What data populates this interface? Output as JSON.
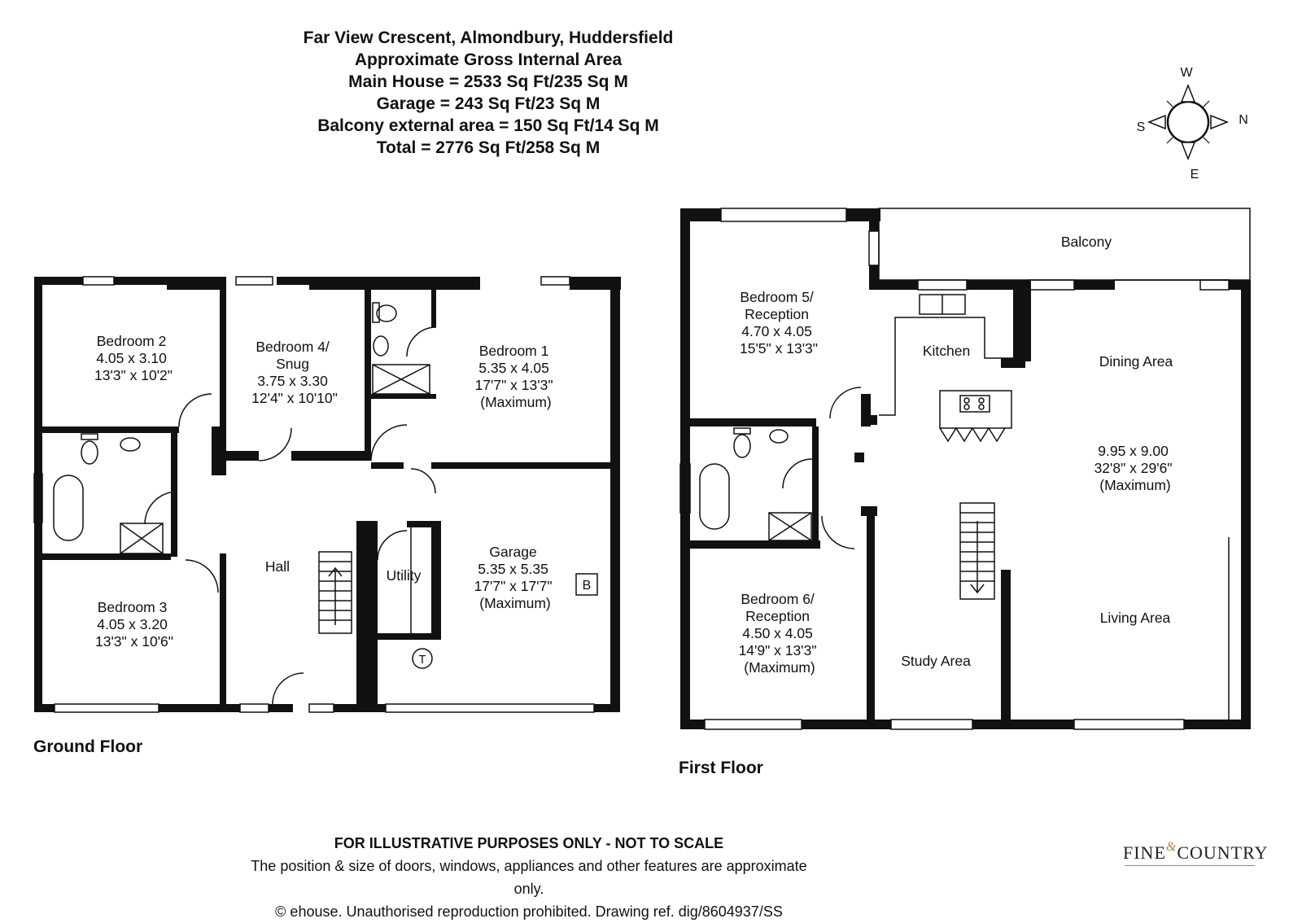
{
  "header": {
    "lines": [
      "Far View Crescent, Almondbury, Huddersfield",
      "Approximate Gross Internal Area",
      "Main House = 2533 Sq Ft/235 Sq M",
      "Garage = 243 Sq Ft/23 Sq M",
      "Balcony external area = 150 Sq Ft/14 Sq M",
      "Total = 2776 Sq Ft/258 Sq M"
    ]
  },
  "compass": {
    "n": "N",
    "s": "S",
    "e": "E",
    "w": "W"
  },
  "floors": {
    "ground": {
      "label": "Ground Floor"
    },
    "first": {
      "label": "First Floor"
    }
  },
  "rooms": {
    "bedroom2": [
      "Bedroom 2",
      "4.05 x 3.10",
      "13'3\" x 10'2\""
    ],
    "bedroom4": [
      "Bedroom 4/",
      "Snug",
      "3.75 x 3.30",
      "12'4\" x 10'10\""
    ],
    "bedroom1": [
      "Bedroom 1",
      "5.35 x 4.05",
      "17'7\" x 13'3\"",
      "(Maximum)"
    ],
    "hall": [
      "Hall"
    ],
    "utility": [
      "Utility"
    ],
    "garage": [
      "Garage",
      "5.35 x 5.35",
      "17'7\" x 17'7\"",
      "(Maximum)"
    ],
    "bedroom3": [
      "Bedroom 3",
      "4.05 x 3.20",
      "13'3\" x 10'6\""
    ],
    "boiler": "B",
    "tank": "T",
    "balcony": [
      "Balcony"
    ],
    "bedroom5": [
      "Bedroom 5/",
      "Reception",
      "4.70 x 4.05",
      "15'5\" x 13'3\""
    ],
    "kitchen": [
      "Kitchen"
    ],
    "dining": [
      "Dining Area"
    ],
    "living_dims": [
      "9.95 x 9.00",
      "32'8\" x 29'6\"",
      "(Maximum)"
    ],
    "living": [
      "Living  Area"
    ],
    "bedroom6": [
      "Bedroom 6/",
      "Reception",
      "4.50 x 4.05",
      "14'9\" x 13'3\"",
      "(Maximum)"
    ],
    "study": [
      "Study Area"
    ]
  },
  "footer": {
    "line1": "FOR ILLUSTRATIVE PURPOSES ONLY - NOT TO SCALE",
    "line2": "The position & size of doors, windows, appliances and other features are approximate only.",
    "line3": "© ehouse. Unauthorised reproduction prohibited. Drawing ref. dig/8604937/SS"
  },
  "brand": {
    "word1": "FINE",
    "amp": "&",
    "word2": "COUNTRY"
  }
}
